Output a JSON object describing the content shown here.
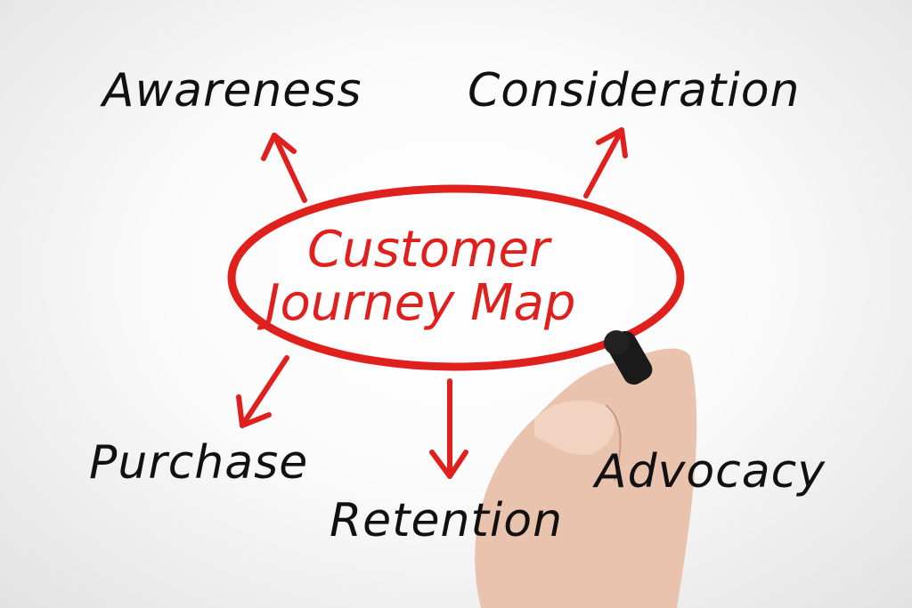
{
  "center": {
    "line1": "Customer",
    "line2": "Journey Map"
  },
  "stages": {
    "awareness": "Awareness",
    "consideration": "Consideration",
    "purchase": "Purchase",
    "retention": "Retention",
    "advocacy": "Advocacy"
  },
  "colors": {
    "accent": "#e0201c",
    "ink": "#111111",
    "skin": "#e9c3ad"
  }
}
